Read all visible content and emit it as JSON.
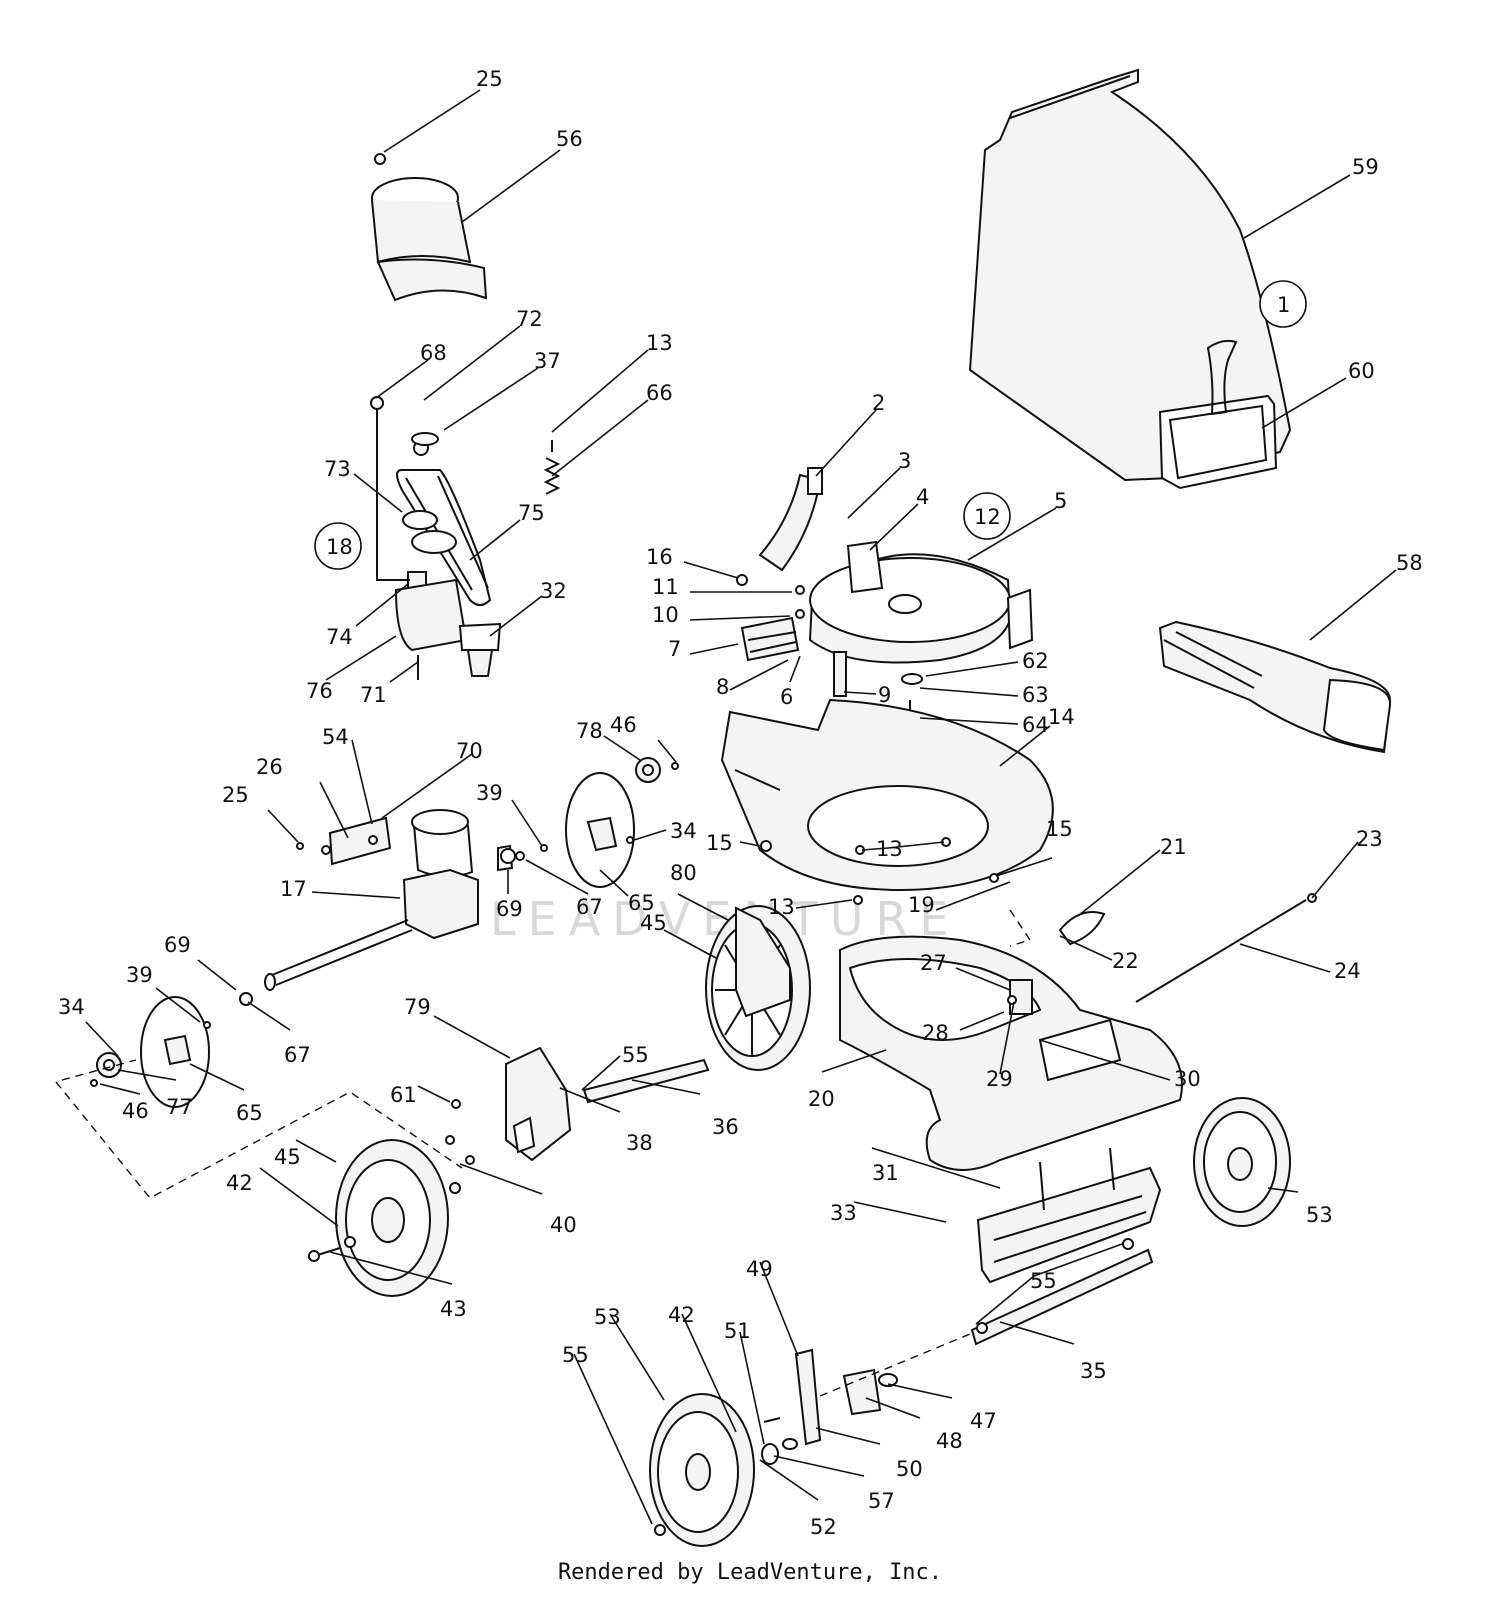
{
  "watermark": "LEADVENTURE",
  "footer": "Rendered by LeadVenture, Inc.",
  "callouts": [
    {
      "id": "c25a",
      "label": "25"
    },
    {
      "id": "c56",
      "label": "56"
    },
    {
      "id": "c59",
      "label": "59"
    },
    {
      "id": "c1",
      "label": "1"
    },
    {
      "id": "c60",
      "label": "60"
    },
    {
      "id": "c72",
      "label": "72"
    },
    {
      "id": "c68",
      "label": "68"
    },
    {
      "id": "c37",
      "label": "37"
    },
    {
      "id": "c13a",
      "label": "13"
    },
    {
      "id": "c66",
      "label": "66"
    },
    {
      "id": "c73",
      "label": "73"
    },
    {
      "id": "c18",
      "label": "18"
    },
    {
      "id": "c75",
      "label": "75"
    },
    {
      "id": "c32",
      "label": "32"
    },
    {
      "id": "c74",
      "label": "74"
    },
    {
      "id": "c76",
      "label": "76"
    },
    {
      "id": "c71",
      "label": "71"
    },
    {
      "id": "c2",
      "label": "2"
    },
    {
      "id": "c3",
      "label": "3"
    },
    {
      "id": "c4",
      "label": "4"
    },
    {
      "id": "c12",
      "label": "12"
    },
    {
      "id": "c5",
      "label": "5"
    },
    {
      "id": "c58",
      "label": "58"
    },
    {
      "id": "c16",
      "label": "16"
    },
    {
      "id": "c11",
      "label": "11"
    },
    {
      "id": "c10",
      "label": "10"
    },
    {
      "id": "c7",
      "label": "7"
    },
    {
      "id": "c8",
      "label": "8"
    },
    {
      "id": "c6",
      "label": "6"
    },
    {
      "id": "c9",
      "label": "9"
    },
    {
      "id": "c62",
      "label": "62"
    },
    {
      "id": "c63",
      "label": "63"
    },
    {
      "id": "c64",
      "label": "64"
    },
    {
      "id": "c14",
      "label": "14"
    },
    {
      "id": "c54",
      "label": "54"
    },
    {
      "id": "c70",
      "label": "70"
    },
    {
      "id": "c26",
      "label": "26"
    },
    {
      "id": "c25b",
      "label": "25"
    },
    {
      "id": "c78",
      "label": "78"
    },
    {
      "id": "c46a",
      "label": "46"
    },
    {
      "id": "c39a",
      "label": "39"
    },
    {
      "id": "c34a",
      "label": "34"
    },
    {
      "id": "c15a",
      "label": "15"
    },
    {
      "id": "c13b",
      "label": "13"
    },
    {
      "id": "c15b",
      "label": "15"
    },
    {
      "id": "c17",
      "label": "17"
    },
    {
      "id": "c69a",
      "label": "69"
    },
    {
      "id": "c67a",
      "label": "67"
    },
    {
      "id": "c65a",
      "label": "65"
    },
    {
      "id": "c80",
      "label": "80"
    },
    {
      "id": "c45a",
      "label": "45"
    },
    {
      "id": "c13c",
      "label": "13"
    },
    {
      "id": "c19",
      "label": "19"
    },
    {
      "id": "c21",
      "label": "21"
    },
    {
      "id": "c23",
      "label": "23"
    },
    {
      "id": "c22",
      "label": "22"
    },
    {
      "id": "c24",
      "label": "24"
    },
    {
      "id": "c27",
      "label": "27"
    },
    {
      "id": "c28",
      "label": "28"
    },
    {
      "id": "c29",
      "label": "29"
    },
    {
      "id": "c30",
      "label": "30"
    },
    {
      "id": "c69b",
      "label": "69"
    },
    {
      "id": "c39b",
      "label": "39"
    },
    {
      "id": "c34b",
      "label": "34"
    },
    {
      "id": "c67b",
      "label": "67"
    },
    {
      "id": "c46b",
      "label": "46"
    },
    {
      "id": "c77",
      "label": "77"
    },
    {
      "id": "c65b",
      "label": "65"
    },
    {
      "id": "c79",
      "label": "79"
    },
    {
      "id": "c55a",
      "label": "55"
    },
    {
      "id": "c61",
      "label": "61"
    },
    {
      "id": "c38",
      "label": "38"
    },
    {
      "id": "c36",
      "label": "36"
    },
    {
      "id": "c20",
      "label": "20"
    },
    {
      "id": "c45b",
      "label": "45"
    },
    {
      "id": "c40",
      "label": "40"
    },
    {
      "id": "c42a",
      "label": "42"
    },
    {
      "id": "c43",
      "label": "43"
    },
    {
      "id": "c31",
      "label": "31"
    },
    {
      "id": "c33",
      "label": "33"
    },
    {
      "id": "c53a",
      "label": "53"
    },
    {
      "id": "c55b",
      "label": "55"
    },
    {
      "id": "c35",
      "label": "35"
    },
    {
      "id": "c49",
      "label": "49"
    },
    {
      "id": "c53b",
      "label": "53"
    },
    {
      "id": "c42b",
      "label": "42"
    },
    {
      "id": "c51",
      "label": "51"
    },
    {
      "id": "c55c",
      "label": "55"
    },
    {
      "id": "c47",
      "label": "47"
    },
    {
      "id": "c48",
      "label": "48"
    },
    {
      "id": "c50",
      "label": "50"
    },
    {
      "id": "c57",
      "label": "57"
    },
    {
      "id": "c52",
      "label": "52"
    }
  ]
}
